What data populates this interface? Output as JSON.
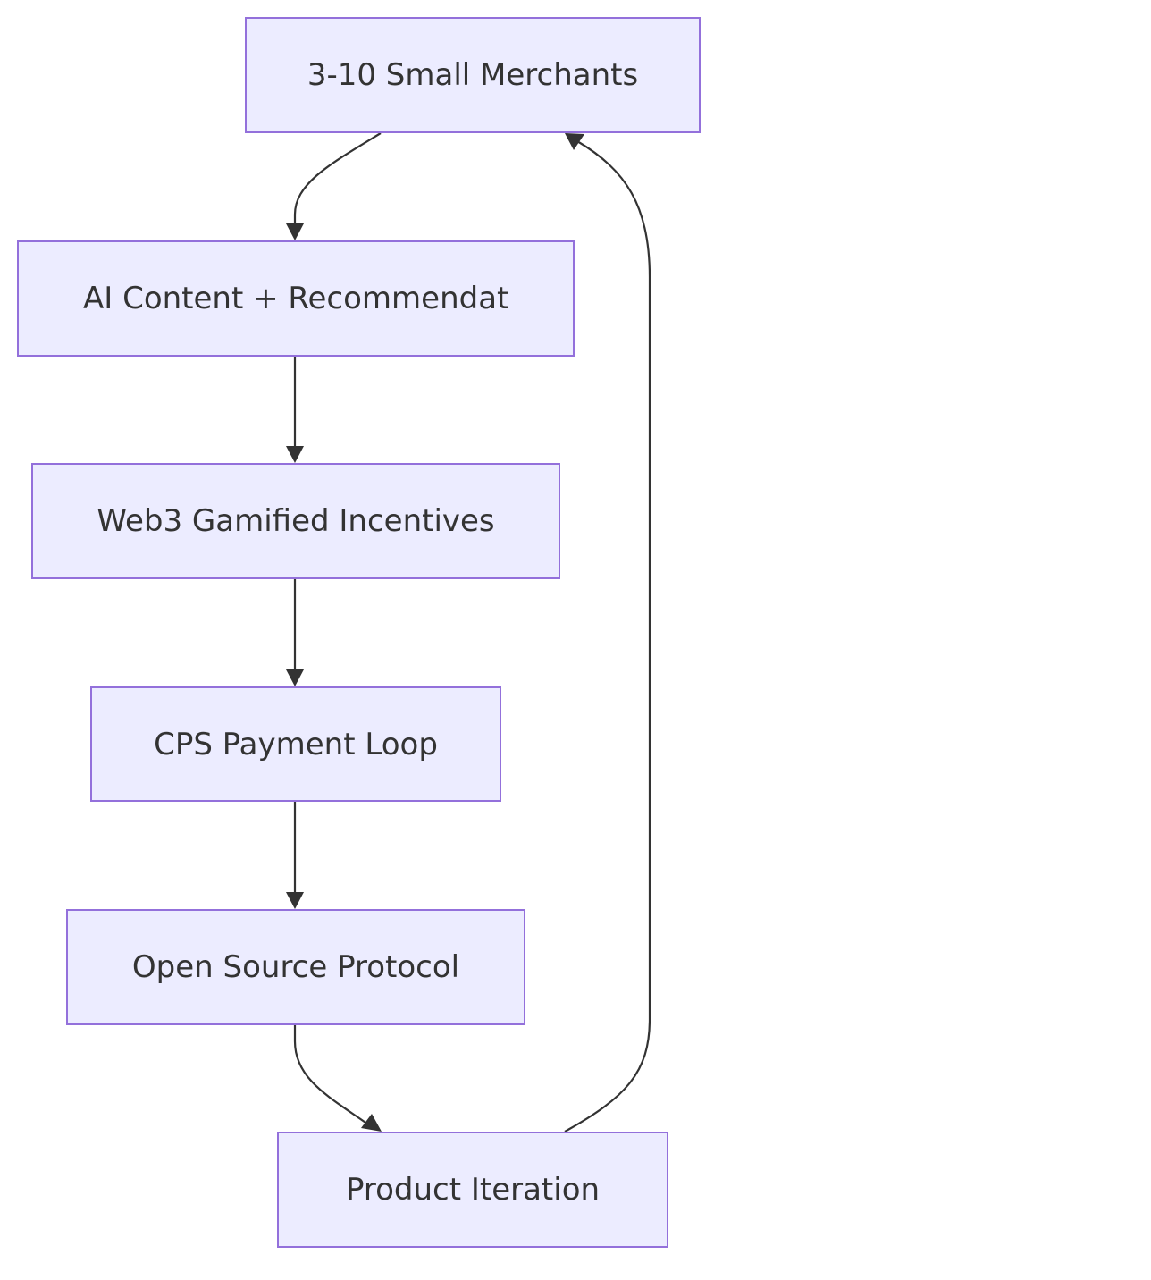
{
  "diagram": {
    "type": "flowchart",
    "direction": "top-down",
    "colors": {
      "node_fill": "#ECECFF",
      "node_border": "#9370DB",
      "edge": "#333333",
      "text": "#333333",
      "background": "#FFFFFF"
    },
    "nodes": [
      {
        "id": "n1",
        "label": "3-10 Small Merchants"
      },
      {
        "id": "n2",
        "label": "AI Content + Recommendation"
      },
      {
        "id": "n3",
        "label": "Web3 Gamified Incentives"
      },
      {
        "id": "n4",
        "label": "CPS Payment Loop"
      },
      {
        "id": "n5",
        "label": "Open Source Protocol"
      },
      {
        "id": "n6",
        "label": "Product Iteration"
      }
    ],
    "edges": [
      {
        "from": "n1",
        "to": "n2"
      },
      {
        "from": "n2",
        "to": "n3"
      },
      {
        "from": "n3",
        "to": "n4"
      },
      {
        "from": "n4",
        "to": "n5"
      },
      {
        "from": "n5",
        "to": "n6"
      },
      {
        "from": "n6",
        "to": "n1"
      }
    ]
  }
}
